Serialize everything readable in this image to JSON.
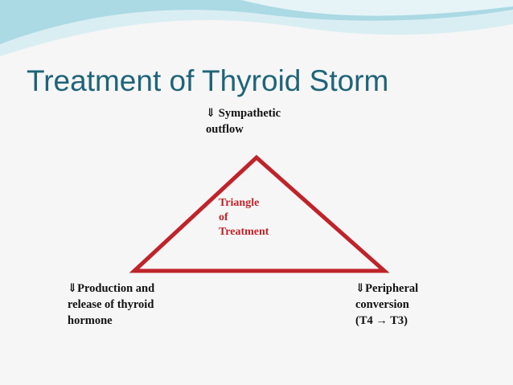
{
  "slide": {
    "title": "Treatment of Thyroid Storm",
    "labels": {
      "top": "⇓ Sympathetic\noutflow",
      "left": "⇓Production and\nrelease of thyroid\nhormone",
      "right": "⇓Peripheral\nconversion\n(T4 → T3)",
      "center": "Triangle\nof\nTreatment"
    }
  },
  "colors": {
    "title": "#1f6478",
    "triangle": "#c0232a",
    "wave_light": "#d9eef3",
    "wave_mid": "#9fd3e0",
    "background": "#f6f6f6"
  }
}
